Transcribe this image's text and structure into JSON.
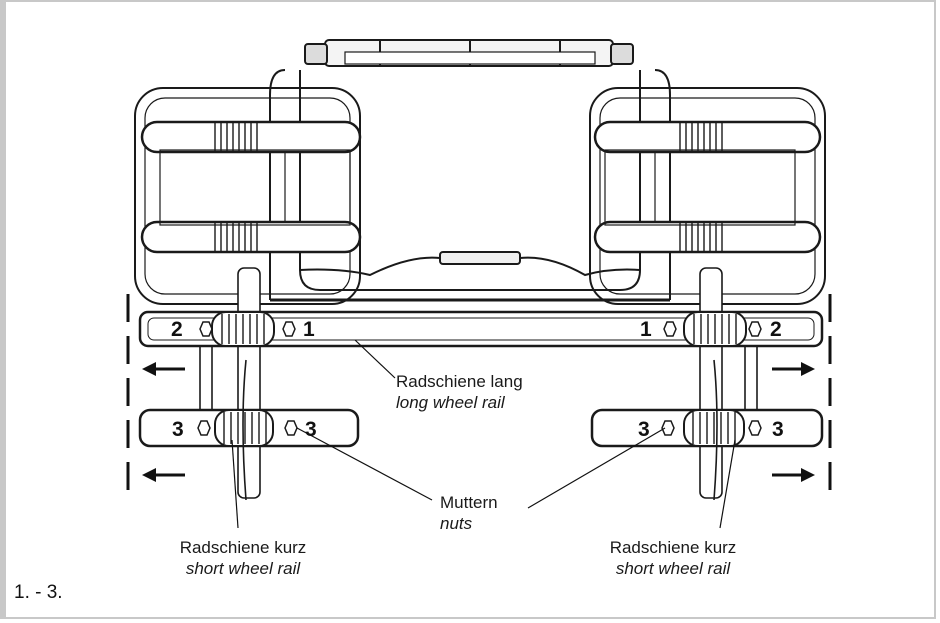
{
  "labels": {
    "long_rail_de": "Radschiene lang",
    "long_rail_en": "long wheel rail",
    "nuts_de": "Muttern",
    "nuts_en": "nuts",
    "short_rail_left_de": "Radschiene kurz",
    "short_rail_left_en": "short wheel rail",
    "short_rail_right_de": "Radschiene kurz",
    "short_rail_right_en": "short wheel rail"
  },
  "numbers": {
    "n1": "1",
    "n2": "2",
    "n3": "3"
  },
  "step": "1. - 3."
}
